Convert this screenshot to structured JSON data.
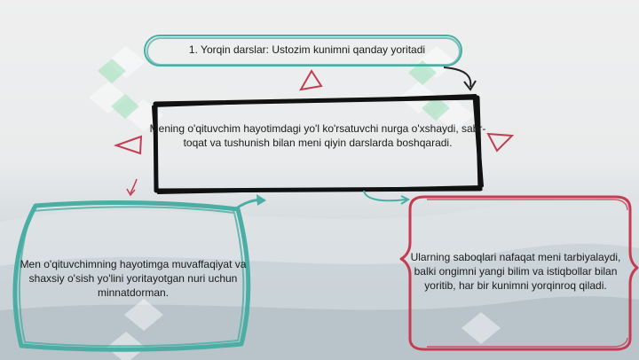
{
  "colors": {
    "teal": "#4aaea5",
    "crimson": "#c43c52",
    "black": "#111111",
    "watermark": "#ffffff"
  },
  "nodes": {
    "title": "1. Yorqin darslar: Ustozim kunimni qanday yoritadi",
    "center": "Mening o'qituvchim hayotimdagi yo'l ko'rsatuvchi nurga o'xshaydi, sabr-toqat va tushunish bilan meni qiyin darslarda boshqaradi.",
    "left": "Men o'qituvchimning hayotimga muvaffaqiyat va shaxsiy o'sish yo'lini yoritayotgan nuri uchun minnatdorman.",
    "right": "Ularning saboqlari nafaqat meni tarbiyalaydi, balki ongimni yangi bilim va istiqbollar bilan yoritib, har bir kunimni yorqinroq qiladi."
  }
}
